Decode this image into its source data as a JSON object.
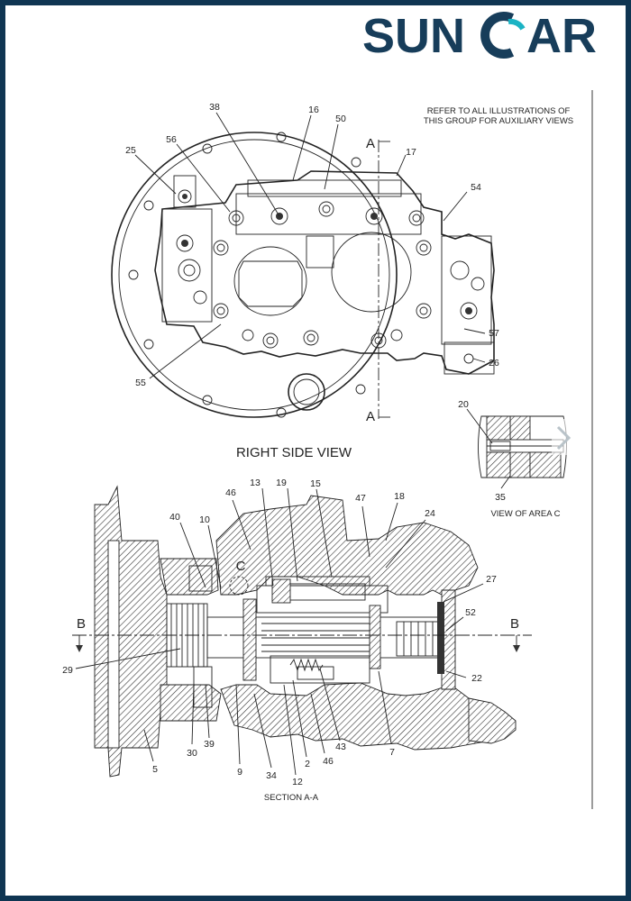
{
  "brand": {
    "name": "SUNCAR",
    "color": "#173d5a",
    "accent": "#1bb3c4",
    "frame_color": "#0f3552"
  },
  "notes": {
    "refer_line1": "REFER TO ALL ILLUSTRATIONS OF",
    "refer_line2": "THIS GROUP FOR AUXILIARY VIEWS"
  },
  "views": {
    "right_side_title": "RIGHT SIDE VIEW",
    "area_c_title": "VIEW OF AREA C",
    "section_title": "SECTION A-A"
  },
  "section_markers": {
    "a_top": "A",
    "a_bottom": "A",
    "b_left": "B",
    "b_right": "B",
    "c": "C"
  },
  "callouts_right_side": [
    "38",
    "16",
    "50",
    "25",
    "56",
    "17",
    "54",
    "57",
    "26",
    "55"
  ],
  "callouts_area_c": [
    "20",
    "35"
  ],
  "callouts_section": [
    "13",
    "19",
    "15",
    "46",
    "47",
    "18",
    "24",
    "40",
    "10",
    "27",
    "52",
    "29",
    "22",
    "30",
    "39",
    "5",
    "9",
    "34",
    "12",
    "2",
    "46",
    "43",
    "7"
  ],
  "nav": {
    "next_icon": "chevron-right-icon"
  }
}
